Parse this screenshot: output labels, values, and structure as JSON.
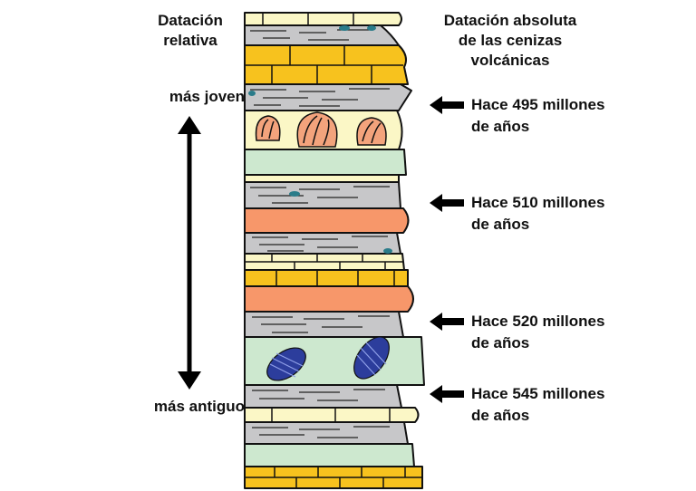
{
  "headers": {
    "relative": [
      "Datación",
      "relativa"
    ],
    "absolute": [
      "Datación absoluta",
      "de las cenizas",
      "volcánicas"
    ]
  },
  "relative_axis": {
    "top_label": "más joven",
    "bottom_label": "más antiguo"
  },
  "ash_dates": [
    {
      "line1": "Hace 495 millones",
      "line2": "de años"
    },
    {
      "line1": "Hace 510 millones",
      "line2": "de años"
    },
    {
      "line1": "Hace 520 millones",
      "line2": "de años"
    },
    {
      "line1": "Hace 545 millones",
      "line2": "de años"
    }
  ],
  "colors": {
    "limestone": "#f7c21e",
    "sandstone": "#fbf7c6",
    "shale": "#c7c7c9",
    "green_layer": "#cde8cf",
    "orange_layer": "#f7976a",
    "shell": "#f3a37c",
    "trilobite": "#2c3d9c",
    "outline": "#111111"
  },
  "icons": [
    "up-down-arrow-icon",
    "left-arrow-icon",
    "shell-fossil-icon",
    "trilobite-fossil-icon"
  ]
}
